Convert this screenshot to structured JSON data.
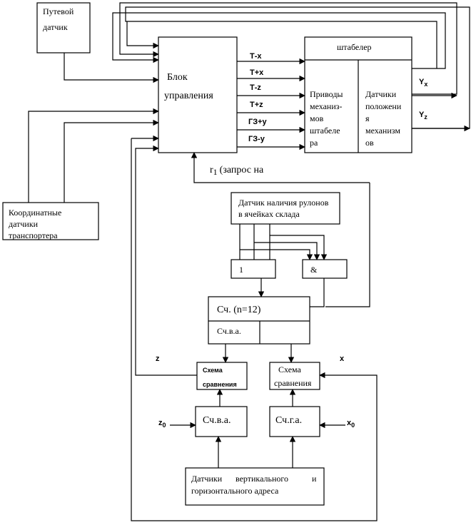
{
  "blocks": {
    "path_sensor": [
      "Путевой",
      "датчик"
    ],
    "control_unit": [
      "Блок",
      "управления"
    ],
    "stacker_title": "штабелер",
    "drives": [
      "Приводы",
      "механиз-",
      "мов",
      "штабеле",
      "ра"
    ],
    "position_sensors": [
      "Датчики",
      "положени",
      "я",
      "механизм",
      "ов"
    ],
    "coord_sensors": [
      "Координатные",
      "датчики",
      "транспортера"
    ],
    "roll_sensor": [
      "Датчик наличия рулонов",
      "в ячейках склада"
    ],
    "or_gate": "1",
    "and_gate": "&",
    "counter": "Сч. (n=12)",
    "counter_vertical": "Сч.в.а.",
    "compare_left": [
      "Схема",
      "сравнения"
    ],
    "compare_right": [
      "Схема",
      "сравнения"
    ],
    "counter_va": "Сч.в.а.",
    "counter_ga": "Сч.г.а.",
    "address_sensors_line1": [
      "Датчики",
      "вертикального",
      "и"
    ],
    "address_sensors_line2": "горизонтального адреса"
  },
  "signals": {
    "tx_minus": "Т-х",
    "tx_plus": "Т+х",
    "tz_minus": "Т-z",
    "tz_plus": "Т+z",
    "gz_plus_y": "ГЗ+у",
    "gz_minus_y": "ГЗ-у",
    "y_top": "Y",
    "y_top_sub": "x",
    "y_bottom": "Y",
    "y_bottom_sub": "z",
    "r1_label": "r",
    "r1_sub": "1",
    "r1_text": "(запрос на",
    "z_label": "z",
    "x_label": "x",
    "z0_label": "z",
    "z0_sub": "0",
    "x0_label": "x",
    "x0_sub": "0"
  }
}
